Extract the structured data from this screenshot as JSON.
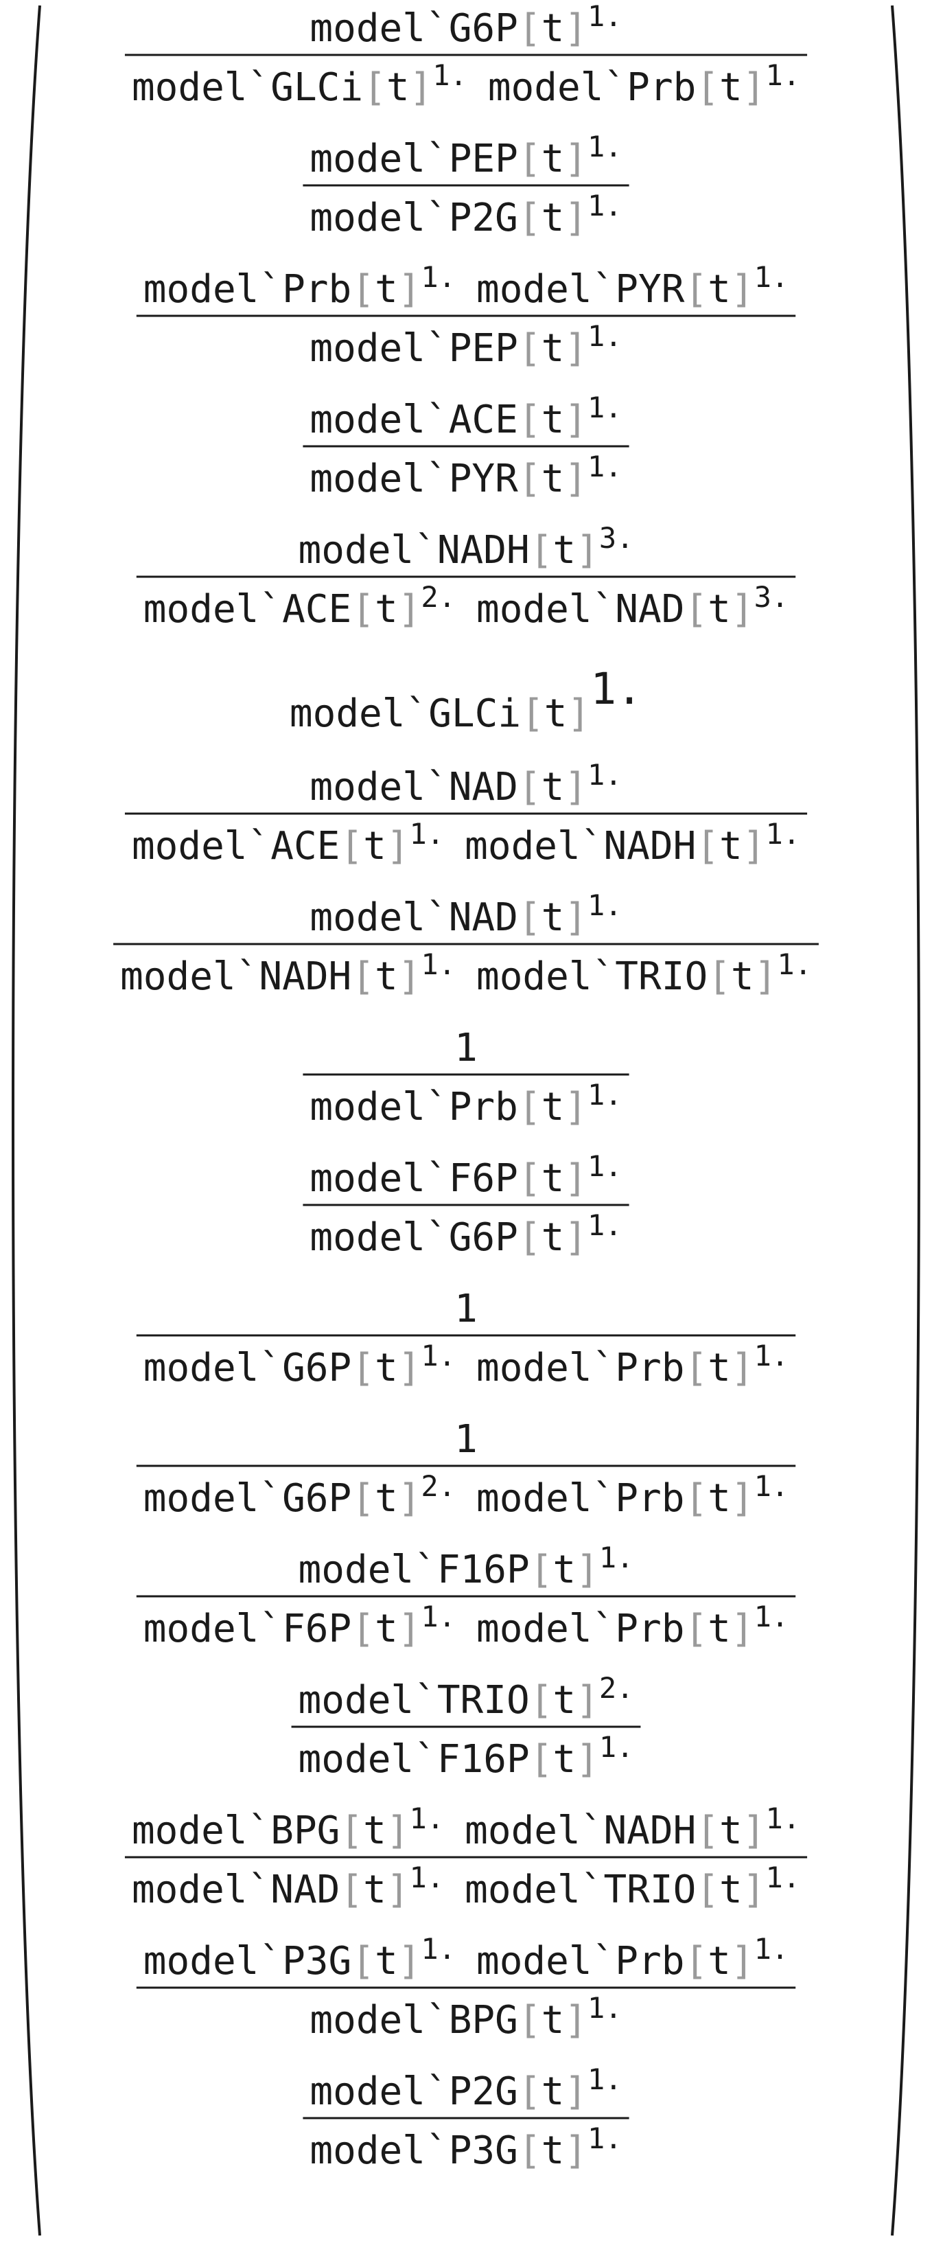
{
  "prefix": "model`",
  "arg": "t",
  "exp_mark": ".",
  "items": [
    {
      "type": "frac",
      "num": [
        {
          "sym": "G6P",
          "exp": "1"
        }
      ],
      "den": [
        {
          "sym": "GLCi",
          "exp": "1"
        },
        {
          "sym": "Prb",
          "exp": "1"
        }
      ]
    },
    {
      "type": "frac",
      "num": [
        {
          "sym": "PEP",
          "exp": "1"
        }
      ],
      "den": [
        {
          "sym": "P2G",
          "exp": "1"
        }
      ]
    },
    {
      "type": "frac",
      "num": [
        {
          "sym": "Prb",
          "exp": "1"
        },
        {
          "sym": "PYR",
          "exp": "1"
        }
      ],
      "den": [
        {
          "sym": "PEP",
          "exp": "1"
        }
      ]
    },
    {
      "type": "frac",
      "num": [
        {
          "sym": "ACE",
          "exp": "1"
        }
      ],
      "den": [
        {
          "sym": "PYR",
          "exp": "1"
        }
      ]
    },
    {
      "type": "frac",
      "num": [
        {
          "sym": "NADH",
          "exp": "3"
        }
      ],
      "den": [
        {
          "sym": "ACE",
          "exp": "2"
        },
        {
          "sym": "NAD",
          "exp": "3"
        }
      ]
    },
    {
      "type": "single",
      "term": {
        "sym": "GLCi",
        "exp": "1"
      }
    },
    {
      "type": "frac",
      "num": [
        {
          "sym": "NAD",
          "exp": "1"
        }
      ],
      "den": [
        {
          "sym": "ACE",
          "exp": "1"
        },
        {
          "sym": "NADH",
          "exp": "1"
        }
      ]
    },
    {
      "type": "frac",
      "num": [
        {
          "sym": "NAD",
          "exp": "1"
        }
      ],
      "den": [
        {
          "sym": "NADH",
          "exp": "1"
        },
        {
          "sym": "TRIO",
          "exp": "1"
        }
      ]
    },
    {
      "type": "frac",
      "num_text": "1",
      "den": [
        {
          "sym": "Prb",
          "exp": "1"
        }
      ]
    },
    {
      "type": "frac",
      "num": [
        {
          "sym": "F6P",
          "exp": "1"
        }
      ],
      "den": [
        {
          "sym": "G6P",
          "exp": "1"
        }
      ]
    },
    {
      "type": "frac",
      "num_text": "1",
      "den": [
        {
          "sym": "G6P",
          "exp": "1"
        },
        {
          "sym": "Prb",
          "exp": "1"
        }
      ]
    },
    {
      "type": "frac",
      "num_text": "1",
      "den": [
        {
          "sym": "G6P",
          "exp": "2"
        },
        {
          "sym": "Prb",
          "exp": "1"
        }
      ]
    },
    {
      "type": "frac",
      "num": [
        {
          "sym": "F16P",
          "exp": "1"
        }
      ],
      "den": [
        {
          "sym": "F6P",
          "exp": "1"
        },
        {
          "sym": "Prb",
          "exp": "1"
        }
      ]
    },
    {
      "type": "frac",
      "num": [
        {
          "sym": "TRIO",
          "exp": "2"
        }
      ],
      "den": [
        {
          "sym": "F16P",
          "exp": "1"
        }
      ]
    },
    {
      "type": "frac",
      "num": [
        {
          "sym": "BPG",
          "exp": "1"
        },
        {
          "sym": "NADH",
          "exp": "1"
        }
      ],
      "den": [
        {
          "sym": "NAD",
          "exp": "1"
        },
        {
          "sym": "TRIO",
          "exp": "1"
        }
      ]
    },
    {
      "type": "frac",
      "num": [
        {
          "sym": "P3G",
          "exp": "1"
        },
        {
          "sym": "Prb",
          "exp": "1"
        }
      ],
      "den": [
        {
          "sym": "BPG",
          "exp": "1"
        }
      ]
    },
    {
      "type": "frac",
      "num": [
        {
          "sym": "P2G",
          "exp": "1"
        }
      ],
      "den": [
        {
          "sym": "P3G",
          "exp": "1"
        }
      ]
    }
  ]
}
